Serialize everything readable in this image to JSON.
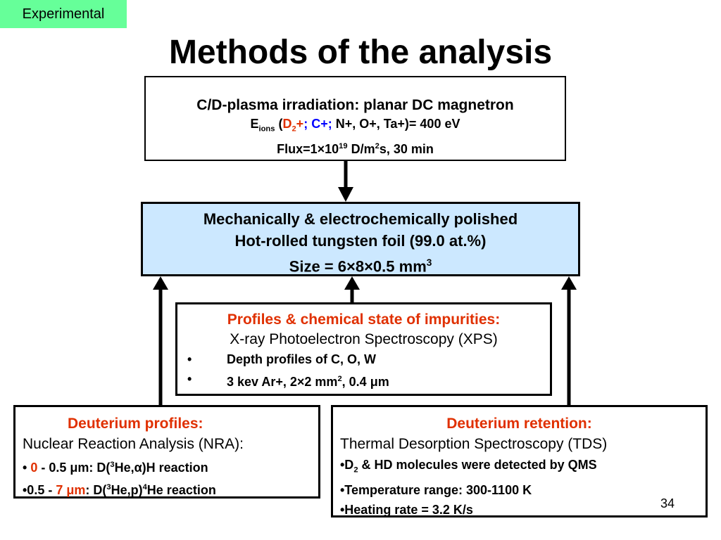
{
  "tag": "Experimental",
  "title": "Methods of the analysis",
  "box1": {
    "line1": "C/D-plasma irradiation: planar DC magnetron",
    "e": "E",
    "e_sub": "ions",
    "paren_open": " (",
    "d2": "D",
    "d2_sub": "2",
    "d2_plus": "+",
    "semicolon1": ";",
    "c_plus": " C+;",
    "rest": " N+, O+, Ta+)= 400 eV",
    "flux_a": "Flux=1×10",
    "flux_exp": "19",
    "flux_b": " D/m",
    "flux_exp2": "2",
    "flux_c": "s, 30 min"
  },
  "box2": {
    "line1": "Mechanically & electrochemically polished",
    "line2": "Hot-rolled tungsten foil (99.0 at.%)",
    "line3": "Size = 6×8×0.5 mm",
    "line3_sup": "3"
  },
  "box3": {
    "title": "Profiles & chemical state of impurities:",
    "subtitle": "X-ray Photoelectron Spectroscopy (XPS)",
    "bullet": "•",
    "item1": "Depth profiles of C, O, W",
    "item2_a": "3 kev Ar+, 2×2 mm",
    "item2_sup": "2",
    "item2_b": ", 0.4 μm"
  },
  "box4": {
    "title": "Deuterium profiles:",
    "subtitle": "Nuclear Reaction Analysis (NRA):",
    "i1_bullet": "• ",
    "i1_red": "0",
    "i1_a": " - 0.5 μm: D(",
    "i1_sup": "3",
    "i1_b": "He,α)H reaction",
    "i2_a": "•0.5 - ",
    "i2_red": "7 μm",
    "i2_b": ": D(",
    "i2_sup": "3",
    "i2_c": "He,p)",
    "i2_sup2": "4",
    "i2_d": "He reaction"
  },
  "box5": {
    "title": "Deuterium retention:",
    "subtitle": "Thermal Desorption Spectroscopy (TDS)",
    "i1_a": "•D",
    "i1_sub": "2",
    "i1_b": " & HD molecules were detected by QMS",
    "i2": "•Temperature range: 300-1100 K",
    "i3": "•Heating rate = 3.2 K/s"
  },
  "page_number": "34",
  "colors": {
    "tag_bg": "#66ff99",
    "sample_bg": "#cce8ff",
    "accent_red": "#e03000",
    "accent_blue": "#0000ff"
  }
}
